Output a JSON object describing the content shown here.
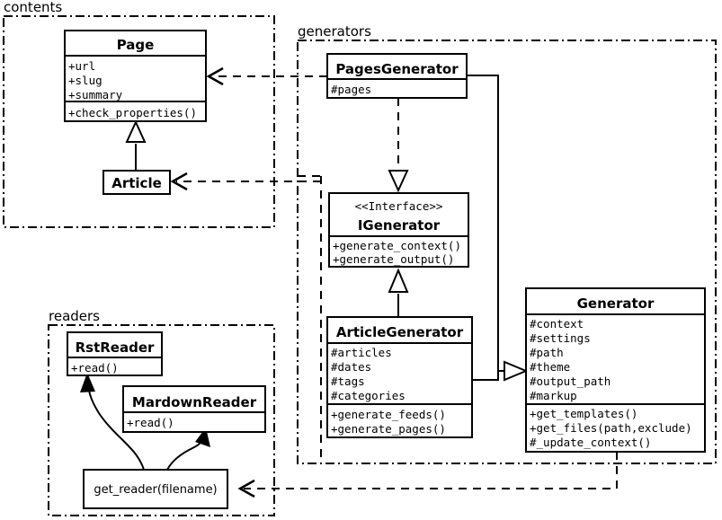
{
  "diagram": {
    "kind": "uml-class-diagram",
    "background": "#ffffff",
    "line_color": "#000000"
  },
  "packages": [
    {
      "id": "contents",
      "label": "contents"
    },
    {
      "id": "generators",
      "label": "generators"
    },
    {
      "id": "readers",
      "label": "readers"
    }
  ],
  "classes": {
    "page": {
      "name": "Page",
      "attributes": [
        "+url",
        "+slug",
        "+summary"
      ],
      "methods": [
        "+check_properties()"
      ]
    },
    "article": {
      "name": "Article",
      "attributes": [],
      "methods": []
    },
    "pages_generator": {
      "name": "PagesGenerator",
      "attributes": [
        "#pages"
      ],
      "methods": []
    },
    "igenerator": {
      "stereotype": "<<Interface>>",
      "name": "IGenerator",
      "attributes": [],
      "methods": [
        "+generate_context()",
        "+generate_output()"
      ]
    },
    "article_generator": {
      "name": "ArticleGenerator",
      "attributes": [
        "#articles",
        "#dates",
        "#tags",
        "#categories"
      ],
      "methods": [
        "+generate_feeds()",
        "+generate_pages()"
      ]
    },
    "generator": {
      "name": "Generator",
      "attributes": [
        "#context",
        "#settings",
        "#path",
        "#theme",
        "#output_path",
        "#markup"
      ],
      "methods": [
        "+get_templates()",
        "+get_files(path,exclude)",
        "#_update_context()"
      ]
    },
    "rst_reader": {
      "name": "RstReader",
      "attributes": [],
      "methods": [
        "+read()"
      ]
    },
    "mardown_reader": {
      "name": "MardownReader",
      "attributes": [],
      "methods": [
        "+read()"
      ]
    }
  },
  "functions": {
    "get_reader": {
      "label": "get_reader(filename)"
    }
  },
  "relationships": [
    {
      "from": "pages_generator",
      "to": "page",
      "type": "dependency"
    },
    {
      "from": "article_generator",
      "to": "article",
      "type": "dependency"
    },
    {
      "from": "pages_generator",
      "to": "igenerator",
      "type": "realization"
    },
    {
      "from": "article_generator",
      "to": "igenerator",
      "type": "realization"
    },
    {
      "from": "pages_generator",
      "to": "generator",
      "type": "generalization"
    },
    {
      "from": "article_generator",
      "to": "generator",
      "type": "generalization"
    },
    {
      "from": "generator",
      "to": "get_reader",
      "type": "dependency"
    },
    {
      "from": "get_reader",
      "to": "rst_reader",
      "type": "instantiates"
    },
    {
      "from": "get_reader",
      "to": "mardown_reader",
      "type": "instantiates"
    }
  ]
}
